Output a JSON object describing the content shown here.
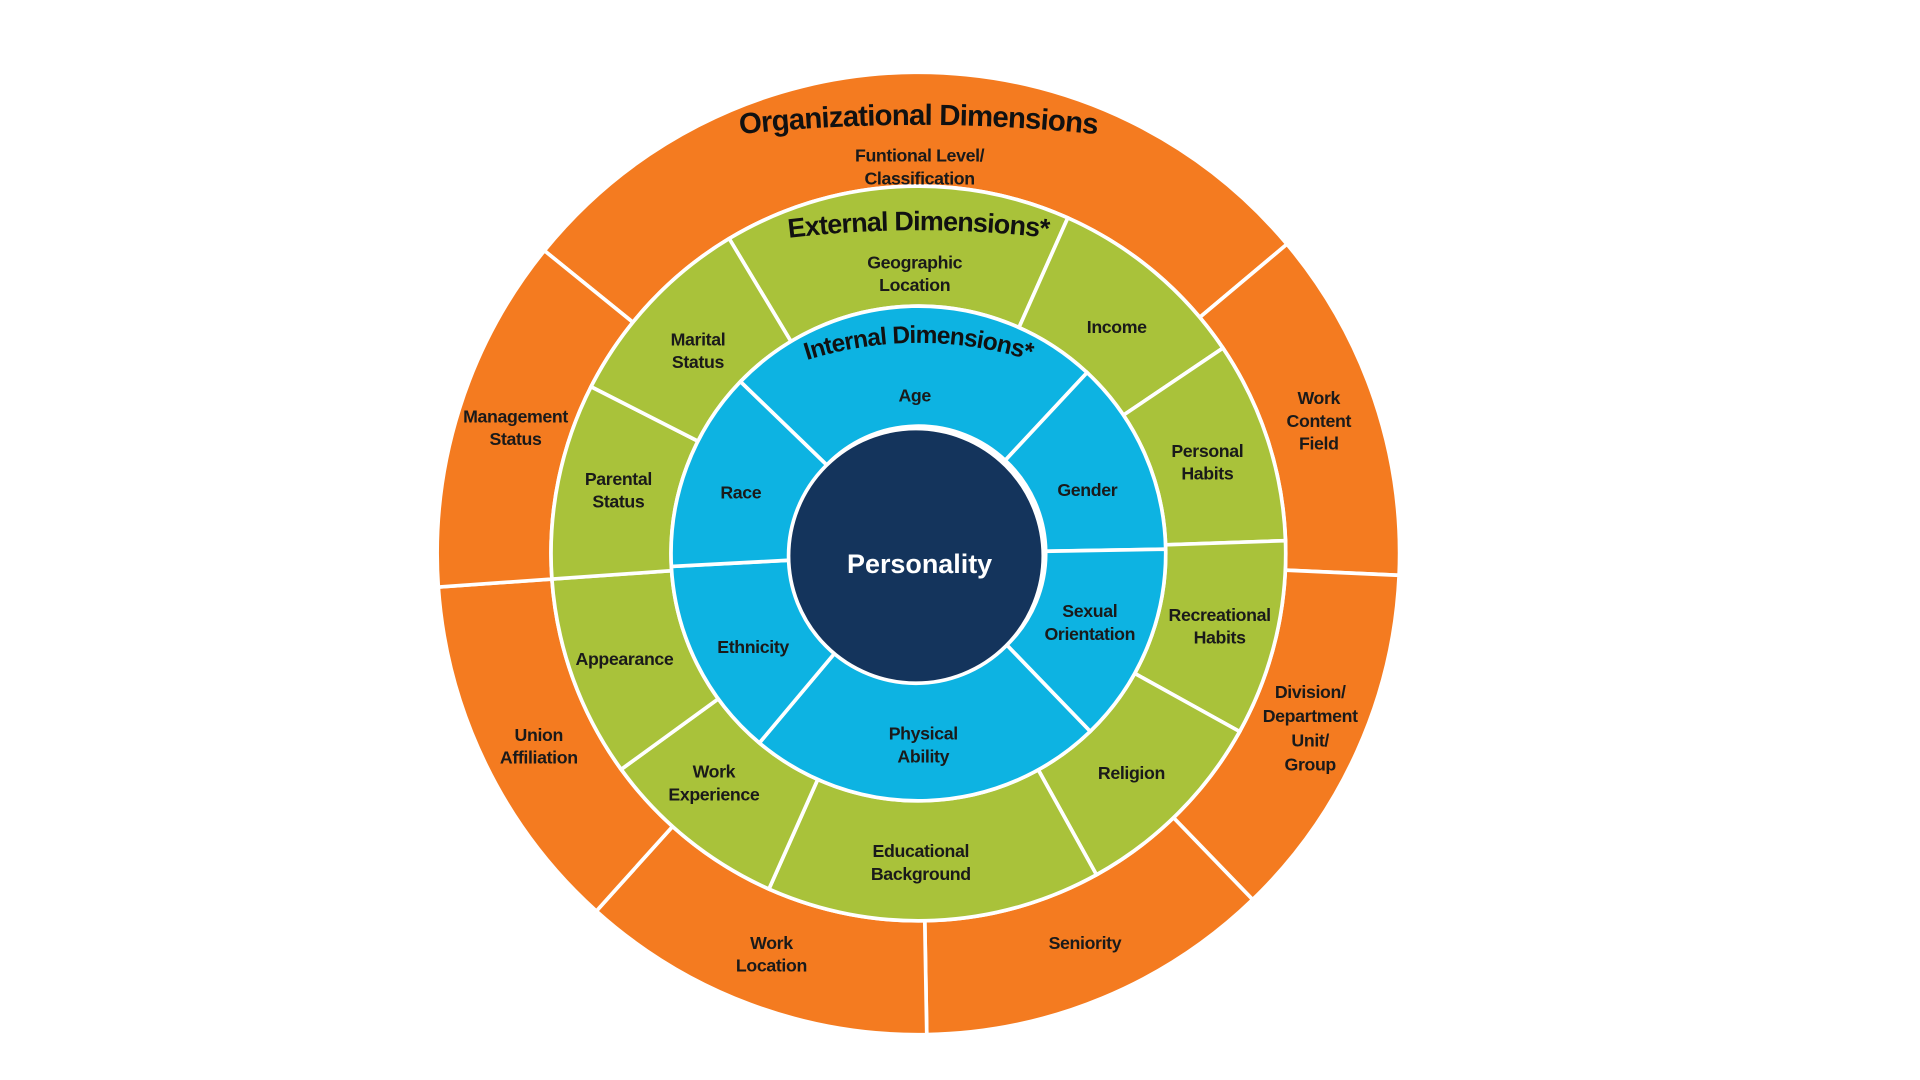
{
  "colors": {
    "organizational": "#F47B20",
    "external": "#A9C23A",
    "internal": "#0DB3E2",
    "core": "#14345C",
    "divider": "#FFFFFF"
  },
  "core": {
    "label": "Personality"
  },
  "rings": {
    "organizational": {
      "title": "Organizational Dimensions",
      "segments": [
        {
          "lines": [
            "Funtional Level/",
            "Classification"
          ]
        },
        {
          "lines": [
            "Work",
            "Content",
            "Field"
          ]
        },
        {
          "lines": [
            "Division/",
            "Department",
            "Unit/",
            "Group"
          ]
        },
        {
          "lines": [
            "Seniority"
          ]
        },
        {
          "lines": [
            "Work",
            "Location"
          ]
        },
        {
          "lines": [
            "Union",
            "Affiliation"
          ]
        },
        {
          "lines": [
            "Management",
            "Status"
          ]
        }
      ]
    },
    "external": {
      "title": "External Dimensions*",
      "segments": [
        {
          "lines": [
            "Geographic",
            "Location"
          ]
        },
        {
          "lines": [
            "Income"
          ]
        },
        {
          "lines": [
            "Personal",
            "Habits"
          ]
        },
        {
          "lines": [
            "Recreational",
            "Habits"
          ]
        },
        {
          "lines": [
            "Religion"
          ]
        },
        {
          "lines": [
            "Educational",
            "Background"
          ]
        },
        {
          "lines": [
            "Work",
            "Experience"
          ]
        },
        {
          "lines": [
            "Appearance"
          ]
        },
        {
          "lines": [
            "Parental",
            "Status"
          ]
        },
        {
          "lines": [
            "Marital",
            "Status"
          ]
        }
      ]
    },
    "internal": {
      "title": "Internal Dimensions*",
      "segments": [
        {
          "lines": [
            "Age"
          ]
        },
        {
          "lines": [
            "Gender"
          ]
        },
        {
          "lines": [
            "Sexual",
            "Orientation"
          ]
        },
        {
          "lines": [
            "Physical",
            "Ability"
          ]
        },
        {
          "lines": [
            "Ethnicity"
          ]
        },
        {
          "lines": [
            "Race"
          ]
        }
      ]
    }
  }
}
